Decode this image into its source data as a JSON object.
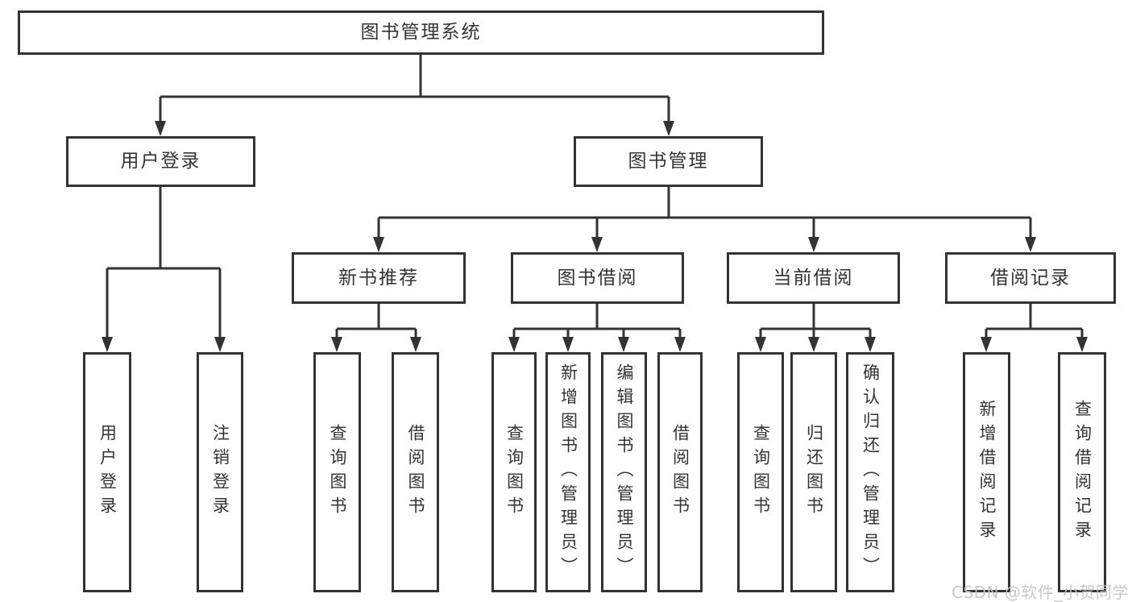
{
  "diagram": {
    "root": {
      "label": "图书管理系统"
    },
    "level2": [
      {
        "label": "用户登录"
      },
      {
        "label": "图书管理"
      }
    ],
    "level3": [
      {
        "label": "新书推荐"
      },
      {
        "label": "图书借阅"
      },
      {
        "label": "当前借阅"
      },
      {
        "label": "借阅记录"
      }
    ],
    "leaves": {
      "user_login": [
        "用户登录",
        "注销登录"
      ],
      "new_book_recommendation": [
        "查询图书",
        "借阅图书"
      ],
      "book_borrowing": [
        "查询图书",
        "新增图书（管理员）",
        "编辑图书（管理员）",
        "借阅图书"
      ],
      "current_borrowing": [
        "查询图书",
        "归还图书",
        "确认归还（管理员）"
      ],
      "borrowing_records": [
        "新增借阅记录",
        "查询借阅记录"
      ]
    }
  },
  "watermark": {
    "text": "CSDN @软件_小贺同学"
  },
  "colors": {
    "line": "#333333",
    "text": "#333333",
    "box_background": "#ffffff",
    "watermark": "#c3c3c3"
  }
}
